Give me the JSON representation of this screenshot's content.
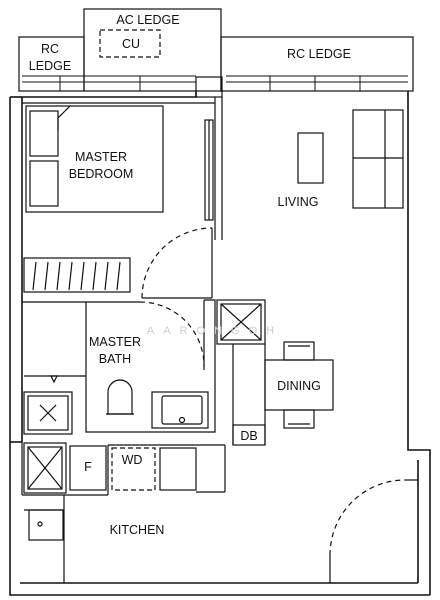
{
  "labels": {
    "ac_ledge": "AC LEDGE",
    "cu": "CU",
    "rc_ledge_left_line1": "RC",
    "rc_ledge_left_line2": "LEDGE",
    "rc_ledge_right": "RC LEDGE",
    "master_bedroom_line1": "MASTER",
    "master_bedroom_line2": "BEDROOM",
    "living": "LIVING",
    "master_bath_line1": "MASTER",
    "master_bath_line2": "BATH",
    "dining": "DINING",
    "db": "DB",
    "fridge": "F",
    "washer_dryer": "WD",
    "kitchen": "KITCHEN"
  },
  "watermark": "AARONGOH"
}
